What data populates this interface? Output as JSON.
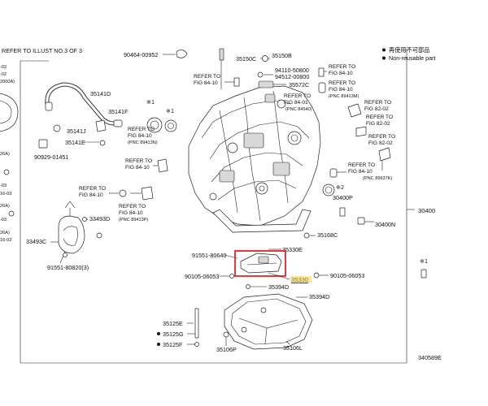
{
  "header": {
    "refer_illust": "REFER TO ILLUST NO.3 OF 3",
    "legend_star_text": "再使用不可部品",
    "legend_nonreusable": "Non-reusable part",
    "footer_code": "340589E"
  },
  "left_edge": [
    "-02",
    "-02",
    "2000A)",
    "26A)",
    "-03",
    "16-03",
    "26A)",
    "-03",
    "26A)",
    "16-03"
  ],
  "parts": {
    "p90464": "90464-00952",
    "p35150C": "35150C",
    "p35150B": "35150B",
    "p35141D": "35141D",
    "p35141F": "35141F",
    "p35141J": "35141J",
    "p35141E": "35141E",
    "p90929": "90929-01451",
    "p94110": "94110-50800",
    "p94512": "94512-00800",
    "p35572C": "35572C",
    "p33493D": "33493D",
    "p33493C": "33493C",
    "p91551_820": "91551-80820(3)",
    "p30400P": "30400P",
    "p30400N": "30400N",
    "p30400": "30400",
    "p35168C": "35168C",
    "p35330E": "35330E",
    "p91551_640": "91551-80640",
    "p35330": "35330",
    "p90105_a": "90105-06053",
    "p90105_b": "90105-06053",
    "p35394D_a": "35394D",
    "p35394D_b": "35394D",
    "p35125E": "35125E",
    "p35125G": "35125G",
    "p35125F": "35125F",
    "p35106P": "35106P",
    "p35106L": "35106L"
  },
  "refs": {
    "r1": [
      "REFER TO",
      "FIG 84-10"
    ],
    "r2": [
      "REFER TO",
      "FIG 84-10"
    ],
    "r3": [
      "REFER TO",
      "FIG 84-01",
      "(PNC 84540)"
    ],
    "r4": [
      "REFER TO",
      "FIG 84-10",
      "(PNC 89413M)"
    ],
    "r5": [
      "REFER TO",
      "FIG 82-02"
    ],
    "r6": [
      "REFER TO",
      "FIG 82-02"
    ],
    "r7": [
      "REFER TO",
      "FIG 82-02"
    ],
    "r8": [
      "REFER TO",
      "FIG 84-10",
      "(PNC 89637K)"
    ],
    "r9": [
      "REFER TO",
      "FIG 84-10",
      "(PNC 89413N)"
    ],
    "r10": [
      "REFER TO",
      "FIG 84-10"
    ],
    "r11": [
      "REFER TO",
      "FIG 84-10"
    ],
    "r12": [
      "REFER TO",
      "FIG 84-10",
      "(PNC 89413P)"
    ]
  },
  "marks": {
    "m1": "※1",
    "m2": "※2"
  },
  "colors": {
    "highlight": "#e3242b",
    "line": "#222222"
  }
}
